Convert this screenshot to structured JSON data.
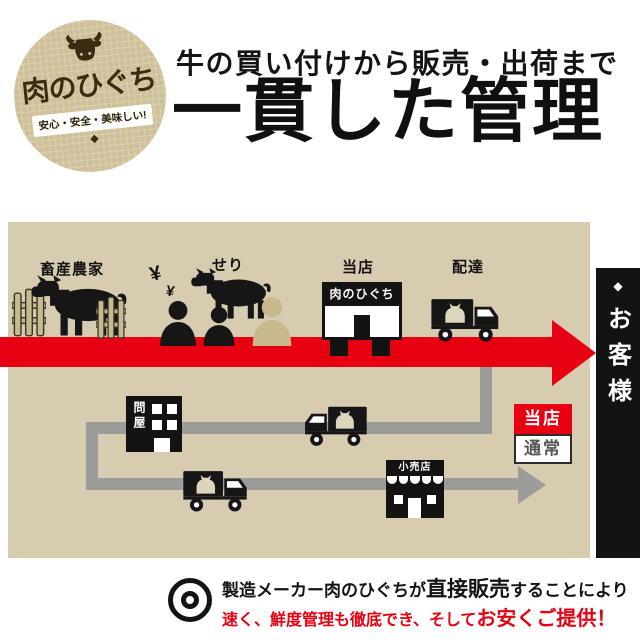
{
  "header": {
    "logo": {
      "brand": "肉のひぐち",
      "tagline": "安心・安全・美味しい!",
      "diamond": "◆"
    },
    "subtitle": "牛の買い付けから販売・出荷まで",
    "title": "一貫した管理"
  },
  "diagram": {
    "stage_labels": {
      "farm": "畜産農家",
      "auction": "せり",
      "shop": "当店",
      "delivery": "配達"
    },
    "auction_yen": "¥",
    "shop_sign": "肉のひぐち",
    "wholesaler_sign": "問屋",
    "retail_sign": "小売店",
    "customer_banner": {
      "diamond": "◆",
      "text": "お客様"
    },
    "legend": {
      "direct": "当店",
      "normal": "通常"
    }
  },
  "footer": {
    "line1_pre": "製造メーカー肉のひぐちが",
    "line1_emphasis": "直接販売",
    "line1_post": "することにより",
    "line2_pre": "速く、鮮度管理も徹底でき、そして",
    "line2_emphasis": "お安くご提供！"
  },
  "colors": {
    "accent_red": "#e60012",
    "panel_beige": "#d7ccb0",
    "route_gray": "#9c9c9a",
    "ink_black": "#161616"
  }
}
